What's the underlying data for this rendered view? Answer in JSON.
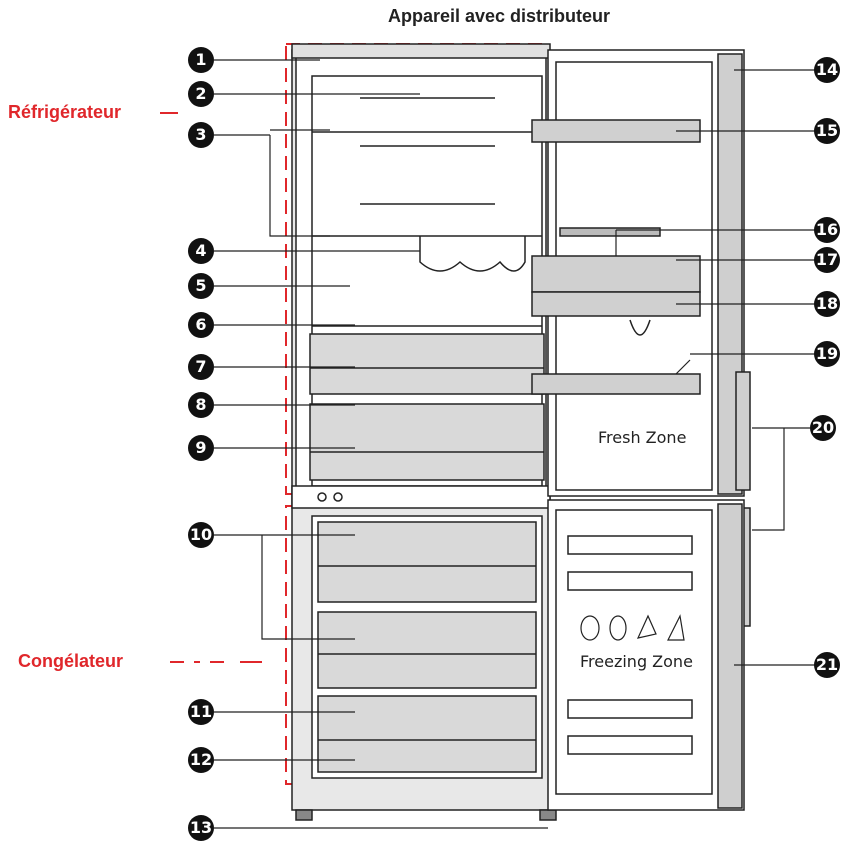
{
  "title": "Appareil avec distributeur",
  "sections": {
    "fridge": "Réfrigérateur",
    "freezer": "Congélateur"
  },
  "door_labels": {
    "fresh_zone": "Fresh Zone",
    "freezing_zone": "Freezing Zone"
  },
  "callouts": [
    "1",
    "2",
    "3",
    "4",
    "5",
    "6",
    "7",
    "8",
    "9",
    "10",
    "11",
    "12",
    "13",
    "14",
    "15",
    "16",
    "17",
    "18",
    "19",
    "20",
    "21"
  ],
  "colors": {
    "accent_red": "#e0272b",
    "callout_fill": "#111111",
    "line": "#222222",
    "drawer_fill": "#d9d9d9",
    "door_fill": "#cfcfcf"
  }
}
